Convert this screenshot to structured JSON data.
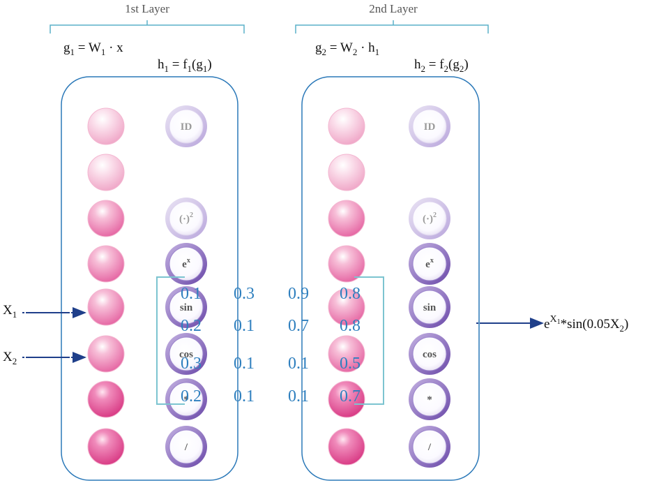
{
  "layers": [
    {
      "title": "1st Layer",
      "eq_g": {
        "lhs": "g",
        "sub": "1",
        "rhs": " = W",
        "rhs_sub": "1",
        "tail": " · x"
      },
      "eq_h": {
        "lhs": "h",
        "sub": "1",
        "mid": " = f",
        "mid_sub": "1",
        "tail": "(g",
        "tail_sub": "1",
        "end": ")"
      },
      "ops": [
        "ID",
        "(·)",
        "e",
        "sin",
        "cos",
        "*",
        "/"
      ],
      "op_sup": {
        "1": "2",
        "2": "x"
      }
    },
    {
      "title": "2nd Layer",
      "eq_g": {
        "lhs": "g",
        "sub": "2",
        "rhs": " = W",
        "rhs_sub": "2",
        "tail": " · h",
        "tail_sub": "1"
      },
      "eq_h": {
        "lhs": "h",
        "sub": "2",
        "mid": " = f",
        "mid_sub": "2",
        "tail": "(g",
        "tail_sub": "2",
        "end": ")"
      },
      "ops": [
        "ID",
        "(·)",
        "e",
        "sin",
        "cos",
        "*",
        "/"
      ],
      "op_sup": {
        "1": "2",
        "2": "x"
      }
    }
  ],
  "matrix": [
    [
      "0.1",
      "0.3",
      "0.9",
      "0.8"
    ],
    [
      "0.2",
      "0.1",
      "0.7",
      "0.8"
    ],
    [
      "0.3",
      "0.1",
      "0.1",
      "0.5"
    ],
    [
      "0.2",
      "0.1",
      "0.1",
      "0.7"
    ]
  ],
  "inputs": [
    {
      "name": "X",
      "sub": "1"
    },
    {
      "name": "X",
      "sub": "2"
    }
  ],
  "output": {
    "base": "e",
    "sup_var": "X",
    "sup_sub": "1",
    "rest": "*sin(0.05X",
    "rest_sub": "2",
    "end": ")"
  },
  "colors": {
    "frame": "#2a78b8",
    "brace": "#5ab0c8",
    "arrow": "#1f3f8a",
    "bracket": "#7cc4d0",
    "matrix_text": "#2e7fbe",
    "pink_light": "#f7c8dc",
    "pink_dark": "#e9559a",
    "purple_ring": "#8a6bbf",
    "purple_ring_light": "#d2c6e6"
  }
}
